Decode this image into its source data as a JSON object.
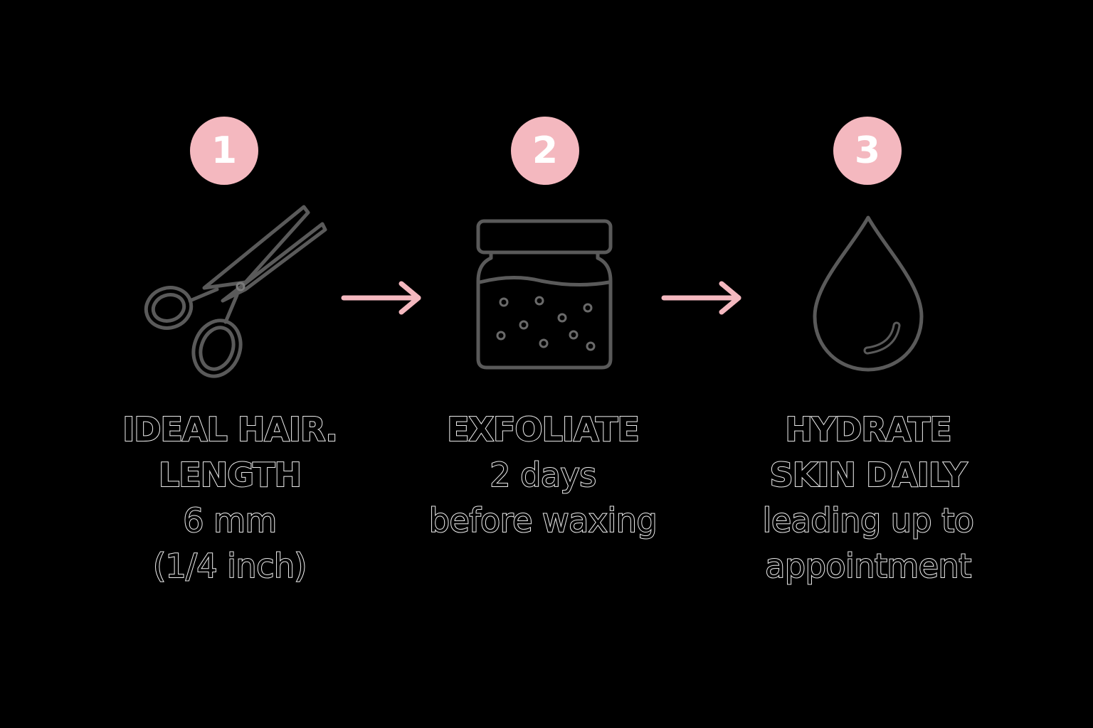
{
  "colors": {
    "background": "#000000",
    "accent": "#f4b8bf",
    "icon_stroke": "#5a5a5a",
    "icon_highlight": "#e0e0e0",
    "text_outline": "#e8e8e8"
  },
  "steps": [
    {
      "number": "1",
      "icon": "scissors-icon",
      "lines": [
        {
          "text": "IDEAL HAIR.",
          "weight": "bold"
        },
        {
          "text": "LENGTH",
          "weight": "bold"
        },
        {
          "text": "6 mm",
          "weight": "regular"
        },
        {
          "text": "(1/4 inch)",
          "weight": "regular"
        }
      ]
    },
    {
      "number": "2",
      "icon": "jar-icon",
      "lines": [
        {
          "text": "EXFOLIATE",
          "weight": "bold"
        },
        {
          "text": "2 days",
          "weight": "regular"
        },
        {
          "text": "before waxing",
          "weight": "regular"
        }
      ]
    },
    {
      "number": "3",
      "icon": "water-drop-icon",
      "lines": [
        {
          "text": "HYDRATE",
          "weight": "bold"
        },
        {
          "text": "SKIN DAILY",
          "weight": "bold"
        },
        {
          "text": "leading up to",
          "weight": "regular"
        },
        {
          "text": "appointment",
          "weight": "regular"
        }
      ]
    }
  ],
  "arrows": [
    {
      "icon": "arrow-right-icon"
    },
    {
      "icon": "arrow-right-icon"
    }
  ]
}
